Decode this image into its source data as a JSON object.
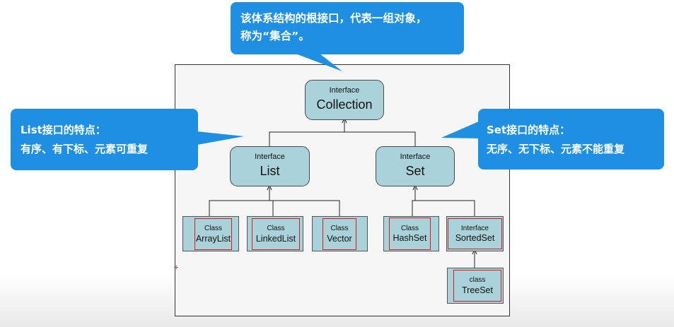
{
  "callouts": {
    "top": {
      "line1": "该体系结构的根接口，代表一组对象，",
      "line2": "称为“集合”。"
    },
    "list": {
      "title": "List接口的特点：",
      "text": "有序、有下标、元素可重复"
    },
    "set": {
      "title": "Set接口的特点：",
      "text": "无序、无下标、元素不能重复"
    }
  },
  "nodes": {
    "collection": {
      "kind": "Interface",
      "name": "Collection"
    },
    "list": {
      "kind": "Interface",
      "name": "List"
    },
    "set": {
      "kind": "Interface",
      "name": "Set"
    },
    "arraylist": {
      "kind": "Class",
      "name": "ArrayList"
    },
    "linkedlist": {
      "kind": "Class",
      "name": "LinkedList"
    },
    "vector": {
      "kind": "Class",
      "name": "Vector"
    },
    "hashset": {
      "kind": "Class",
      "name": "HashSet"
    },
    "sortedset": {
      "kind": "Interface",
      "name": "SortedSet"
    },
    "treeset": {
      "kind": "class",
      "name": "TreeSet"
    }
  },
  "colors": {
    "callout": "#1e8fe3",
    "node_fill": "#a9d2da",
    "highlight_border": "#d61c1c"
  },
  "marker": "+"
}
